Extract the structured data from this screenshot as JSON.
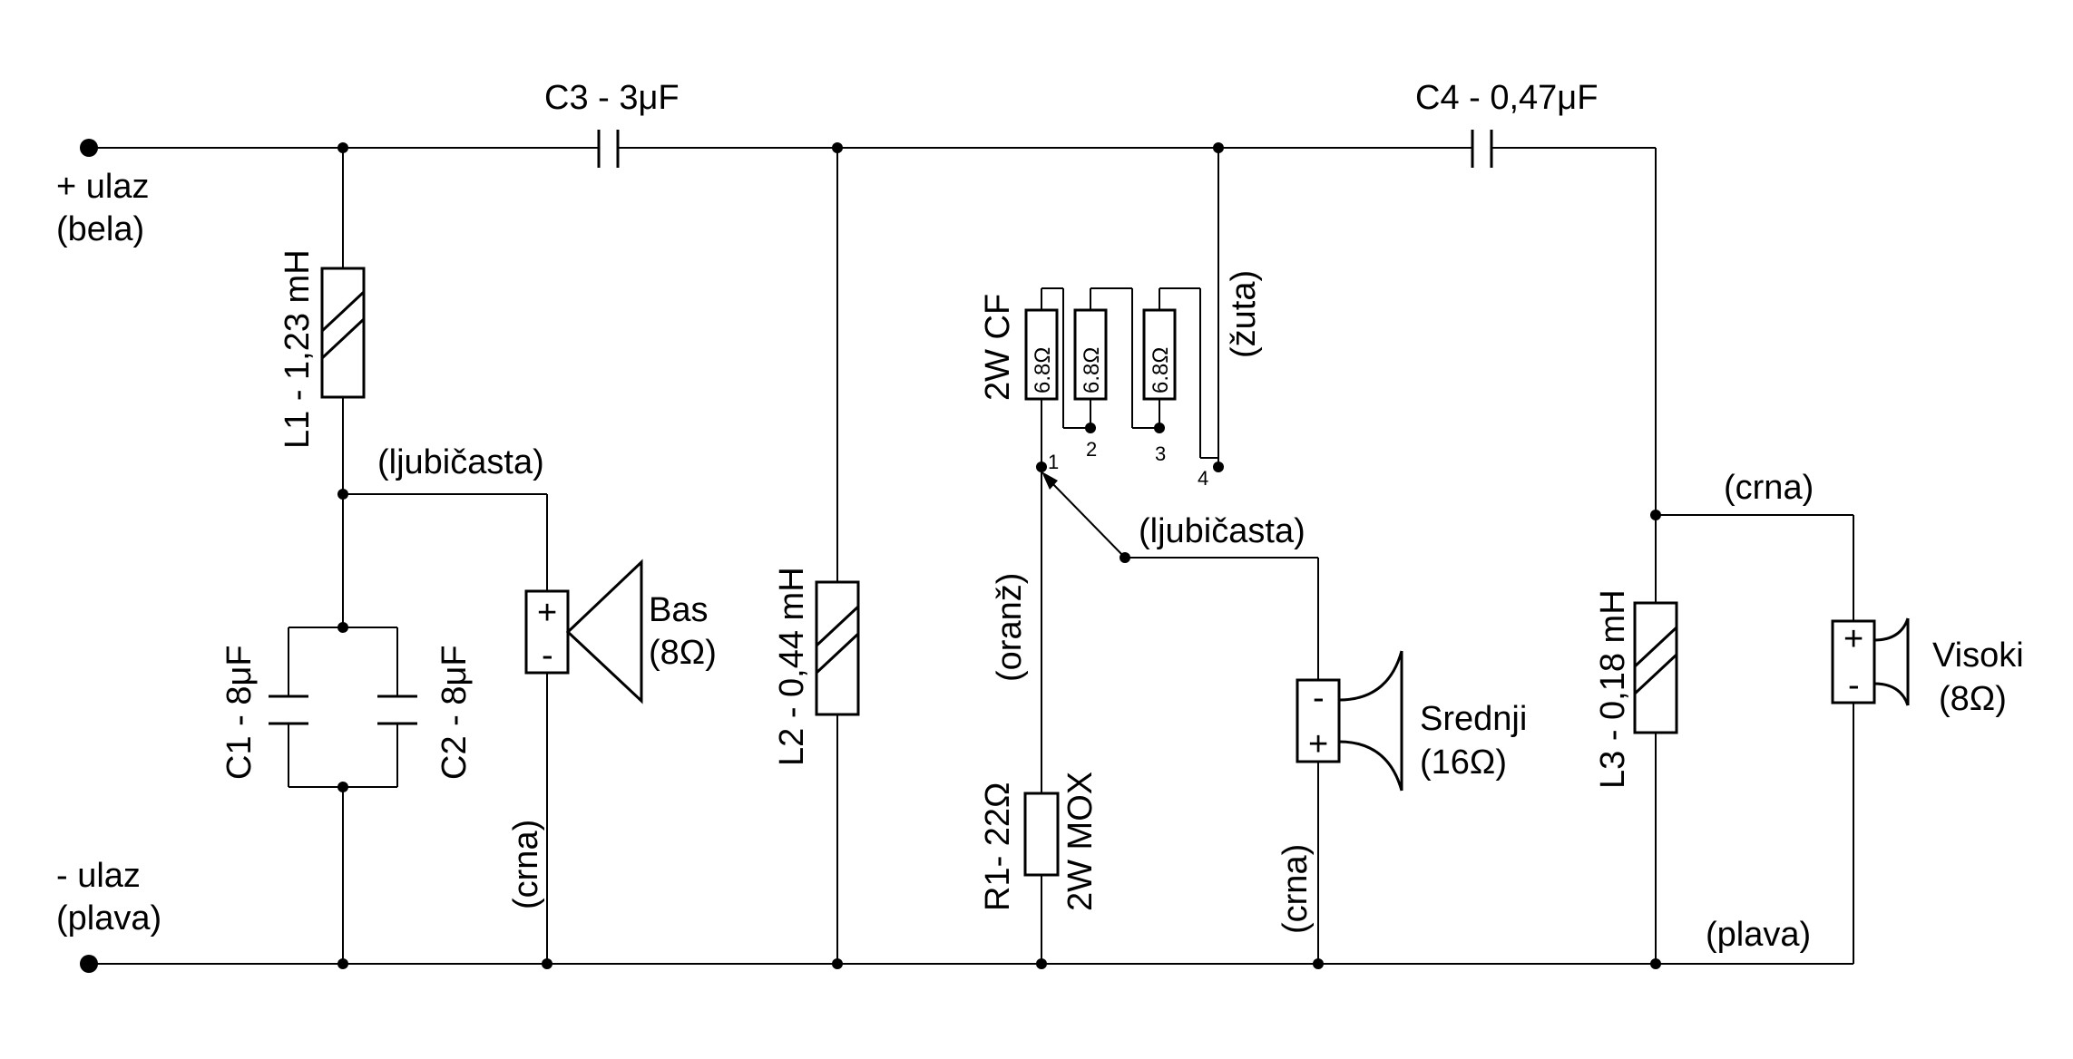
{
  "input": {
    "plus": "+ ulaz",
    "plus_color": "(bela)",
    "minus": "- ulaz",
    "minus_color": "(plava)"
  },
  "components": {
    "c3": "C3 - 3μF",
    "c4": "C4 - 0,47μF",
    "l1": "L1 - 1,23 mH",
    "l2": "L2 - 0,44 mH",
    "l3": "L3 - 0,18 mH",
    "c1": "C1 - 8μF",
    "c2": "C2 - 8μF",
    "r1": "R1- 22Ω",
    "r1_type": "2W MOX",
    "ladder_type": "2W CF",
    "ladder_res_1": "6.8Ω",
    "ladder_res_2": "6.8Ω",
    "ladder_res_3": "6.8Ω",
    "tap_1": "1",
    "tap_2": "2",
    "tap_3": "3",
    "tap_4": "4"
  },
  "wire_colors": {
    "ljubicasta_bass": "(ljubičasta)",
    "crna_bass": "(crna)",
    "zuta": "(žuta)",
    "ljubicasta_mid": "(ljubičasta)",
    "oranz": "(oranž)",
    "crna_mid": "(crna)",
    "crna_tweeter": "(crna)",
    "plava_tweeter": "(plava)"
  },
  "speakers": {
    "bass_name": "Bas",
    "bass_imp": "(8Ω)",
    "bass_plus": "+",
    "bass_minus": "-",
    "mid_name": "Srednji",
    "mid_imp": "(16Ω)",
    "mid_plus": "+",
    "mid_minus": "-",
    "tweeter_name": "Visoki",
    "tweeter_imp": "(8Ω)",
    "tweeter_plus": "+",
    "tweeter_minus": "-"
  }
}
